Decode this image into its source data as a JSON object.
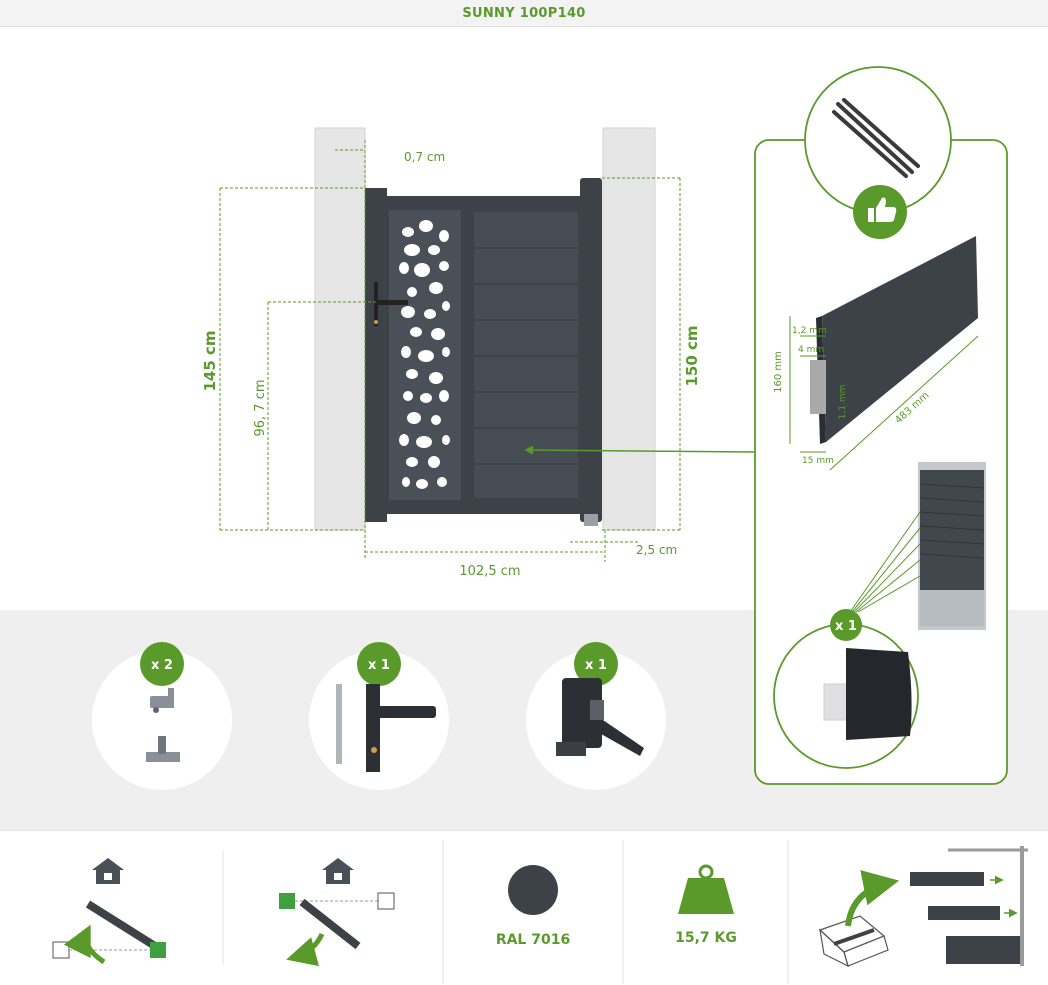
{
  "title": "SUNNY 100P140",
  "dimensions": {
    "gap": "0,7 cm",
    "height_left": "145 cm",
    "height_right": "150 cm",
    "handle_height": "96, 7 cm",
    "width": "102,5 cm",
    "bottom_gap": "2,5 cm"
  },
  "profile": {
    "d1": "1,2 mm",
    "d2": "4 mm",
    "height": "160 mm",
    "thickness": "1,1 mm",
    "length": "483 mm",
    "depth": "15 mm",
    "spare_qty": "x 1"
  },
  "accessories": [
    {
      "qty": "x 2",
      "item": "hinges"
    },
    {
      "qty": "x 1",
      "item": "handle-lock"
    },
    {
      "qty": "x 1",
      "item": "latch"
    }
  ],
  "specs": {
    "color": "RAL 7016",
    "weight": "15,7 KG"
  },
  "colors": {
    "accent": "#5a9a2a",
    "gate": "#3d4248",
    "pillar": "#e6e6e6"
  }
}
